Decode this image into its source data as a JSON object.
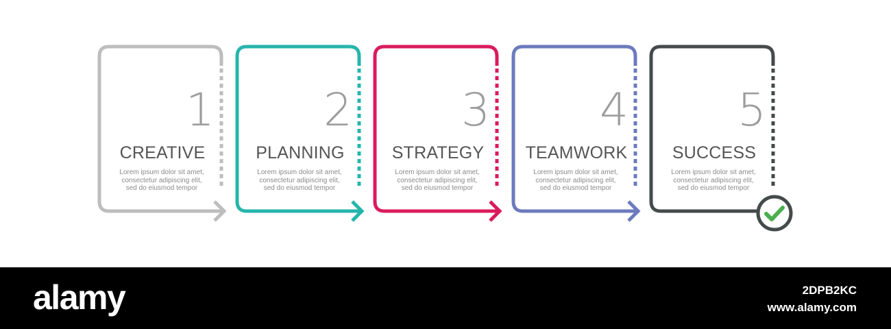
{
  "steps": [
    {
      "number": "1",
      "title": "CREATIVE",
      "desc": [
        "Lorem ipsum dolor sit amet,",
        "consectetur adipiscing elit,",
        "sed do eiusmod tempor"
      ],
      "color": "#bdbdbd"
    },
    {
      "number": "2",
      "title": "PLANNING",
      "desc": [
        "Lorem ipsum dolor sit amet,",
        "consectetur adipiscing elit,",
        "sed do eiusmod tempor"
      ],
      "color": "#26b5ac"
    },
    {
      "number": "3",
      "title": "STRATEGY",
      "desc": [
        "Lorem ipsum dolor sit amet,",
        "consectetur adipiscing elit,",
        "sed do eiusmod tempor"
      ],
      "color": "#d91c5c"
    },
    {
      "number": "4",
      "title": "TEAMWORK",
      "desc": [
        "Lorem ipsum dolor sit amet,",
        "consectetur adipiscing elit,",
        "sed do eiusmod tempor"
      ],
      "color": "#6c7bbd"
    },
    {
      "number": "5",
      "title": "SUCCESS",
      "desc": [
        "Lorem ipsum dolor sit amet,",
        "consectetur adipiscing elit,",
        "sed do eiusmod tempor"
      ],
      "color": "#454a4a"
    }
  ],
  "check": {
    "icon": "checkmark-icon",
    "ring_color": "#454a4a",
    "mark_color": "#4cae4f"
  },
  "footer": {
    "brand": "alamy",
    "image_id": "2DPB2KC",
    "site": "www.alamy.com"
  }
}
